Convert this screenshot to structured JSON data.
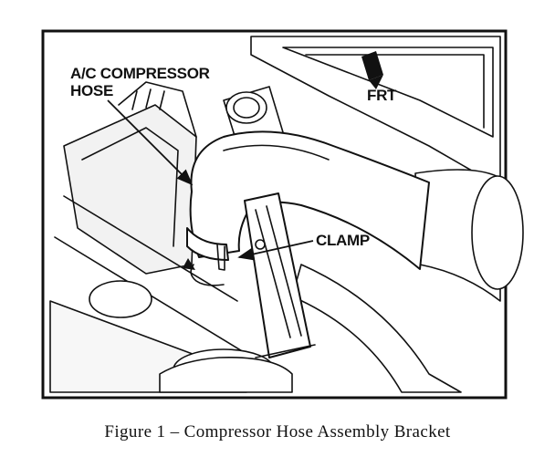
{
  "callouts": {
    "hose_line1": "A/C COMPRESSOR",
    "hose_line2": "HOSE",
    "frt": "FRT",
    "clamp": "CLAMP"
  },
  "caption": "Figure 1 – Compressor Hose Assembly Bracket",
  "colors": {
    "ink": "#111111",
    "paper": "#ffffff",
    "shade": "#e6e6e6"
  }
}
